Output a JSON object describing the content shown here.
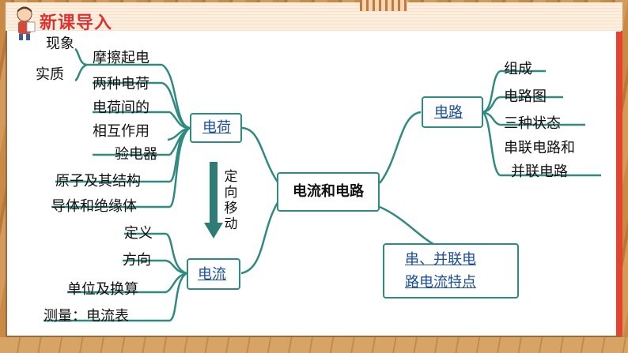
{
  "header": {
    "title": "新课导入"
  },
  "center": {
    "label": "电流和电路"
  },
  "charge": {
    "label": "电荷",
    "items": [
      "现象",
      "实质",
      "摩擦起电",
      "两种电荷",
      "电荷间的",
      "相互作用",
      "验电器",
      "原子及其结构",
      "导体和绝缘体"
    ]
  },
  "current": {
    "label": "电流",
    "items": [
      "定义",
      "方向",
      "单位及换算",
      "测量：电流表"
    ]
  },
  "circuit": {
    "label": "电路",
    "items": [
      "组成",
      "电路图",
      "三种状态",
      "串联电路和",
      "并联电路"
    ]
  },
  "series_parallel": {
    "line1": "串、并联电",
    "line2": "路电流特点"
  },
  "arrow": {
    "chars": [
      "定",
      "向",
      "移",
      "动"
    ]
  },
  "colors": {
    "connector": "#2f8a80",
    "link": "#1b4f9e",
    "title": "#e0322c",
    "arrow": "#2e7d74"
  }
}
